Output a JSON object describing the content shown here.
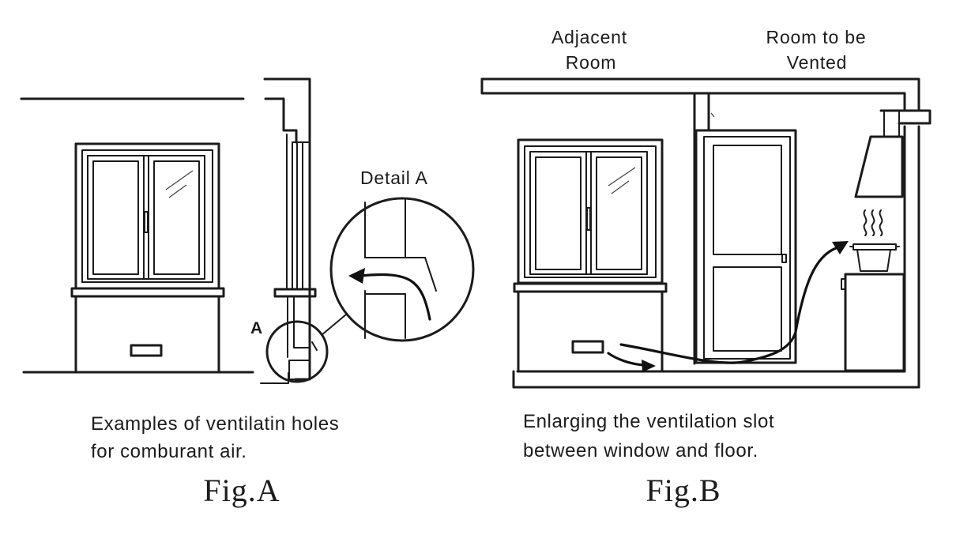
{
  "labels": {
    "adjacent_room_line1": "Adjacent",
    "adjacent_room_line2": "Room",
    "room_vented_line1": "Room to be",
    "room_vented_line2": "Vented",
    "detail_a": "Detail A",
    "marker_a": "A"
  },
  "captions": {
    "fig_a_line1": "Examples of ventilatin holes",
    "fig_a_line2": "for comburant air.",
    "fig_b_line1": "Enlarging the ventilation slot",
    "fig_b_line2": "between window and floor."
  },
  "figure_titles": {
    "fig_a": "Fig.A",
    "fig_b": "Fig.B"
  }
}
